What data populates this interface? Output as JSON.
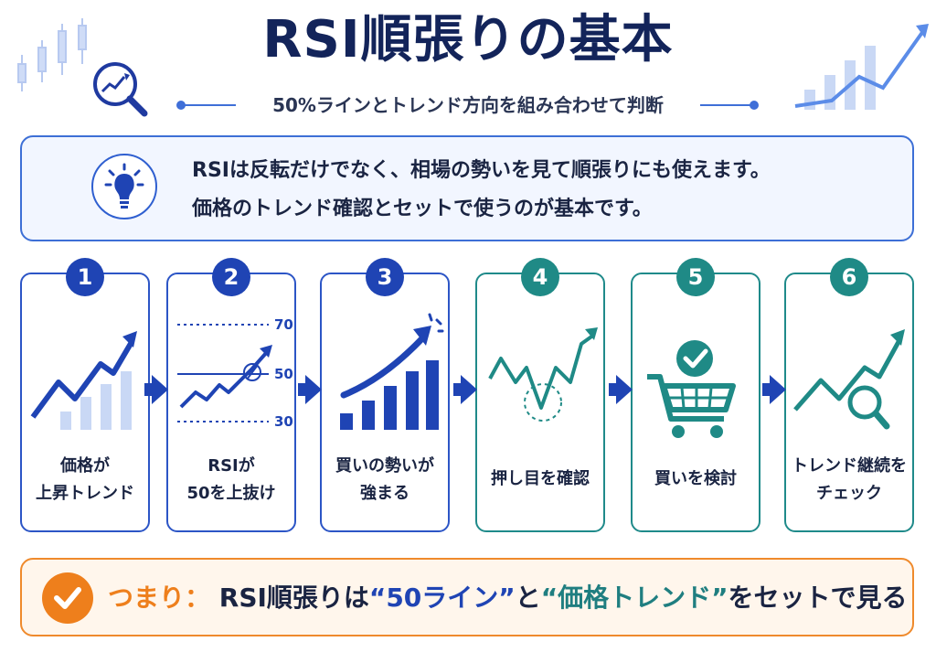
{
  "header": {
    "title": "RSI順張りの基本",
    "subtitle": "50%ラインとトレンド方向を組み合わせて判断"
  },
  "intro": {
    "icon": "lightbulb-icon",
    "line1": "RSIは反転だけでなく、相場の勢いを見て順張りにも使えます。",
    "line2": "価格のトレンド確認とセットで使うのが基本です。"
  },
  "steps": [
    {
      "number": "1",
      "label1": "価格が",
      "label2": "上昇トレンド",
      "icon": "rising-chart-icon",
      "color": "#1f44b4"
    },
    {
      "number": "2",
      "label1": "RSIが",
      "label2": "50を上抜け",
      "icon": "rsi-cross-icon",
      "color": "#1f44b4"
    },
    {
      "number": "3",
      "label1": "買いの勢いが",
      "label2": "強まる",
      "icon": "momentum-bars-icon",
      "color": "#1f44b4"
    },
    {
      "number": "4",
      "label1": "押し目を確認",
      "icon": "pullback-icon",
      "color": "#1f8a86"
    },
    {
      "number": "5",
      "label1": "買いを検討",
      "icon": "cart-check-icon",
      "color": "#1f8a86"
    },
    {
      "number": "6",
      "label1": "トレンド継続を",
      "label2": "チェック",
      "icon": "trend-magnifier-icon",
      "color": "#1f8a86"
    }
  ],
  "rsi_levels": {
    "high": "70",
    "mid": "50",
    "low": "30"
  },
  "summary": {
    "lead": "つまり：",
    "part1": "RSI順張りは",
    "part2": "“50ライン”",
    "part3": "と",
    "part4": "“価格トレンド”",
    "part5": "をセットで見る"
  },
  "colors": {
    "primary": "#1f44b4",
    "accent_teal": "#1f8a86",
    "accent_orange": "#ee7f1c",
    "title": "#13245a"
  }
}
